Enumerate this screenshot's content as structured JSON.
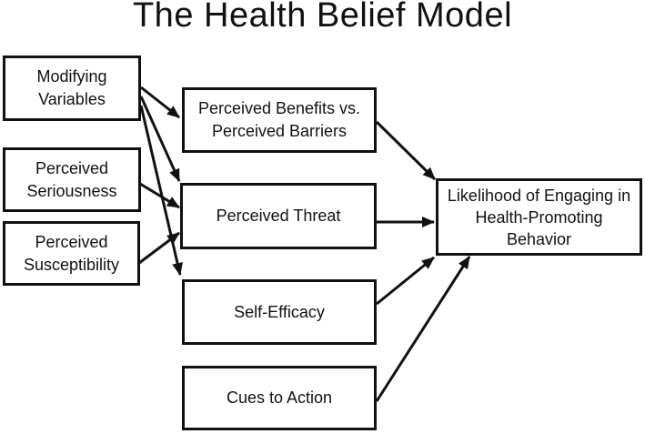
{
  "title": "The Health Belief Model",
  "colors": {
    "ink": "#111111",
    "background": "#ffffff"
  },
  "nodes": [
    {
      "id": "modifying-variables",
      "label": "Modifying\nVariables"
    },
    {
      "id": "perceived-seriousness",
      "label": "Perceived\nSeriousness"
    },
    {
      "id": "perceived-susceptibility",
      "label": "Perceived\nSusceptibility"
    },
    {
      "id": "perceived-benefits-barriers",
      "label": "Perceived Benefits vs.\nPerceived Barriers"
    },
    {
      "id": "perceived-threat",
      "label": "Perceived Threat"
    },
    {
      "id": "self-efficacy",
      "label": "Self-Efficacy"
    },
    {
      "id": "cues-to-action",
      "label": "Cues to Action"
    },
    {
      "id": "likelihood",
      "label": "Likelihood of Engaging in\nHealth-Promoting\nBehavior"
    }
  ],
  "edges": [
    {
      "from": "modifying-variables",
      "to": "perceived-benefits-barriers"
    },
    {
      "from": "modifying-variables",
      "to": "perceived-threat"
    },
    {
      "from": "modifying-variables",
      "to": "self-efficacy"
    },
    {
      "from": "perceived-seriousness",
      "to": "perceived-threat"
    },
    {
      "from": "perceived-susceptibility",
      "to": "perceived-threat"
    },
    {
      "from": "perceived-benefits-barriers",
      "to": "likelihood"
    },
    {
      "from": "perceived-threat",
      "to": "likelihood"
    },
    {
      "from": "self-efficacy",
      "to": "likelihood"
    },
    {
      "from": "cues-to-action",
      "to": "likelihood"
    }
  ]
}
